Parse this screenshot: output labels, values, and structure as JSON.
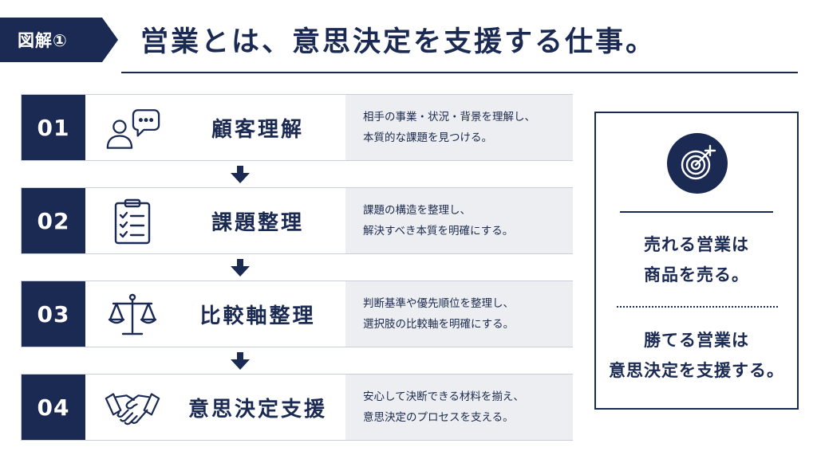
{
  "header": {
    "tag": "図解①",
    "title": "営業とは、意思決定を支援する仕事。"
  },
  "steps": [
    {
      "number": "01",
      "label": "顧客理解",
      "icon": "customer-chat-icon",
      "desc": [
        "相手の事業・状況・背景を理解し、",
        "本質的な課題を見つける。"
      ]
    },
    {
      "number": "02",
      "label": "課題整理",
      "icon": "clipboard-checklist-icon",
      "desc": [
        "課題の構造を整理し、",
        "解決すべき本質を明確にする。"
      ]
    },
    {
      "number": "03",
      "label": "比較軸整理",
      "icon": "balance-scale-icon",
      "desc": [
        "判断基準や優先順位を整理し、",
        "選択肢の比較軸を明確にする。"
      ]
    },
    {
      "number": "04",
      "label": "意思決定支援",
      "icon": "handshake-icon",
      "desc": [
        "安心して決断できる材料を揃え、",
        "意思決定のプロセスを支える。"
      ]
    }
  ],
  "card": {
    "icon": "target-icon",
    "message1": [
      "売れる営業は",
      "商品を売る。"
    ],
    "message2": [
      "勝てる営業は",
      "意思決定を支援する。"
    ]
  },
  "colors": {
    "navy": "#1b2a52",
    "desc_bg": "#eceef1"
  }
}
